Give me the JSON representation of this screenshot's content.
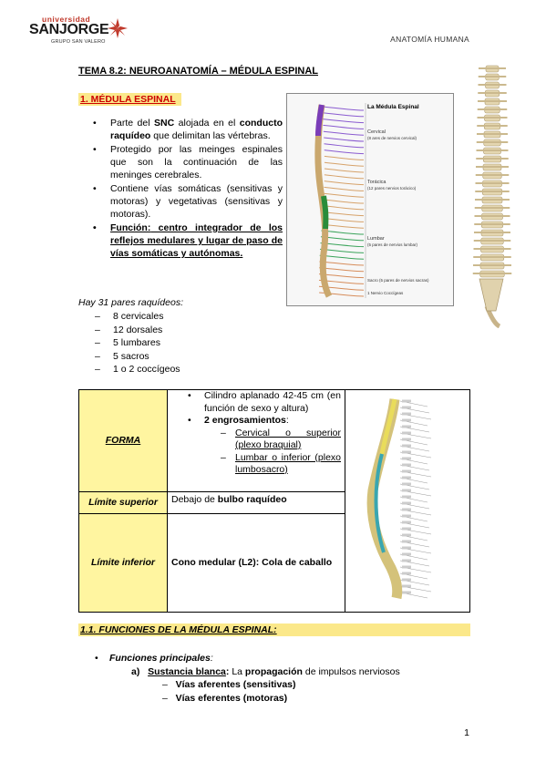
{
  "logo": {
    "line1": "universidad",
    "line2a": "SAN",
    "line2b": "JORGE",
    "line3": "GRUPO SAN VALERO"
  },
  "header": {
    "subject": "ANATOMÍA HUMANA"
  },
  "title": "TEMA 8.2: NEUROANATOMÍA – MÉDULA ESPINAL",
  "section1": {
    "heading": "1. MÉDULA ESPINAL",
    "bullets": [
      {
        "pre": "Parte del ",
        "b1": "SNC",
        "mid": " alojada en el ",
        "b2": "conducto raquídeo",
        "post": " que delimitan las vértebras."
      },
      {
        "text": "Protegido por las meinges espinales que son la continuación de las meninges cerebrales."
      },
      {
        "text": "Contiene vías somáticas (sensitivas y motoras) y vegetativas (sensitivas y motoras)."
      },
      {
        "label": "Función:",
        "text": " centro integrador de los reflejos medulares y lugar de paso de vías somáticas y autónomas."
      }
    ],
    "note": "Hay 31 pares raquídeos:",
    "pairs": [
      "8 cervicales",
      "12 dorsales",
      "5 lumbares",
      "5 sacros",
      "1 o 2 coccígeos"
    ]
  },
  "figure1": {
    "title": "La Médula Espinal",
    "cervical": "Cervical",
    "cervical_sub": "(8 ares de nervios cervical)",
    "toracica": "Torácica",
    "toracica_sub": "(12 pares nervios torácico)",
    "lumbar": "Lumbar",
    "lumbar_sub": "(5 pares de nervios lumbar)",
    "sacro": "Sacro (5 pares de nervios sacras)",
    "coccigeo": "1 Nervio Coccígeas"
  },
  "table": {
    "forma_label": "FORMA",
    "forma_b1": "Cilindro aplanado 42-45 cm (en función de sexo y altura)",
    "forma_b2": "2 engrosamientos",
    "forma_b2_colon": ":",
    "forma_d1": "Cervical o superior (plexo braquial)",
    "forma_d2": "Lumbar o inferior (plexo lumbosacro)",
    "sup_label": "Límite superior",
    "sup_pre": "Debajo de ",
    "sup_b": "bulbo raquídeo",
    "inf_label": "Límite inferior",
    "inf_text": "Cono medular (L2): Cola de caballo"
  },
  "section11": {
    "heading": "1.1. FUNCIONES DE LA MÉDULA ESPINAL:",
    "funciones": "Funciones principales",
    "funciones_colon": ":",
    "a_letter": "a)",
    "a_label": "Sustancia blanca",
    "a_colon": ":",
    "a_pre": " La ",
    "a_b": "propagación",
    "a_post": " de impulsos nerviosos",
    "d1": "Vías aferentes (sensitivas)",
    "d2": "Vías eferentes (motoras)"
  },
  "page": {
    "number": "1"
  },
  "colors": {
    "highlight": "#fbe88a",
    "table_label": "#fff5a0",
    "red": "#c00000"
  }
}
